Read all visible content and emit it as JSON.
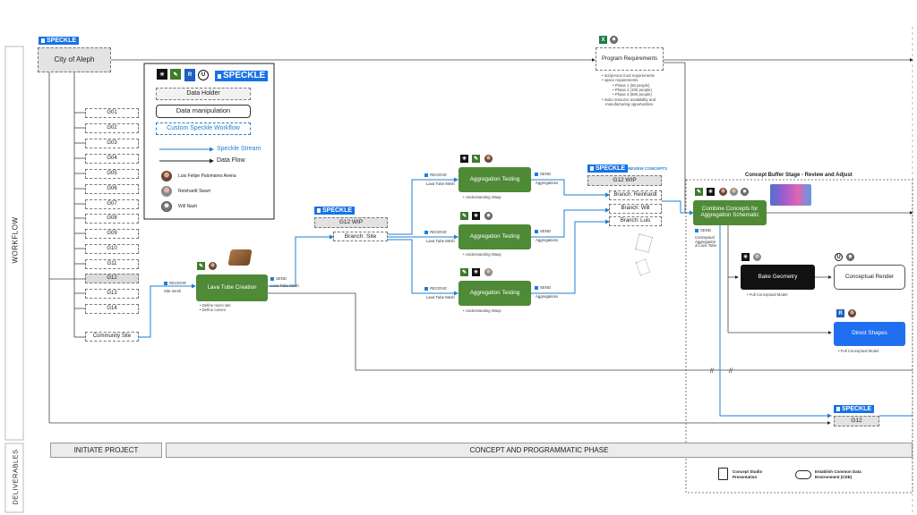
{
  "lanes": {
    "workflow": "WORKFLOW",
    "deliverables": "DELIVERABLES"
  },
  "badge": "SPECKLE",
  "city_node": "City of Aleph",
  "program_node": "Program Requirements",
  "program_notes": [
    "m2/person food requirements",
    "space requirements",
    "Phase 1 (50 people)",
    "Phase 2 (100 people)",
    "Phase 3 (800 people)",
    "insitu resource availability and",
    "manufacturing opportunities"
  ],
  "grid_nodes": [
    "G01",
    "G02",
    "G03",
    "G04",
    "G05",
    "G06",
    "G07",
    "G08",
    "G09",
    "G10",
    "G11",
    "G12",
    "G13",
    "G14"
  ],
  "community_site": "Community Site",
  "legend": {
    "data_holder": "Data Holder",
    "data_manipulation": "Data manipulation",
    "custom_workflow": "Custom Speckle Workflow",
    "speckle_stream": "Speckle Stream",
    "data_flow": "Data Flow",
    "people": [
      "Luis Felipe Palomares Avena",
      "Reinhardt Swart",
      "Will Nash"
    ]
  },
  "lava": {
    "title": "Lava Tube Creation",
    "receive": "RECEIVE",
    "receive_sub": "Site mesh",
    "send": "SEND",
    "send_sub": "Lava Tube Mesh",
    "notes": [
      "Define micro site",
      "Define curves"
    ]
  },
  "g12wip": {
    "title": "G12 WIP",
    "branch": "Branch: Site"
  },
  "aggregation": [
    {
      "title": "Aggregation Testing",
      "receive": "RECEIVE",
      "receive_sub": "Lava Tube Mesh",
      "send": "SEND",
      "send_sub": "Aggregations",
      "note": "Understanding Wasp"
    },
    {
      "title": "Aggregation Testing",
      "receive": "RECEIVE",
      "receive_sub": "Lava Tube Mesh",
      "send": "SEND",
      "send_sub": "Aggregations",
      "note": "Understanding Wasp"
    },
    {
      "title": "Aggregation Testing",
      "receive": "RECEIVE",
      "receive_sub": "Lava Tube Mesh",
      "send": "SEND",
      "send_sub": "Aggregations",
      "note": "Understanding Wasp"
    }
  ],
  "review": {
    "label": "REVIEW CONCEPTS",
    "title": "G12 WIP",
    "branches": [
      "Branch: Reinhardt",
      "Branch: Will",
      "Branch: Luis"
    ]
  },
  "buffer": {
    "title": "Concept Buffer Stage - Review and Adjust",
    "combine": "Combine Concepts for Aggregation Schematic",
    "send": "SEND",
    "send_sub": "Conceptual Aggregation & Lava Tube",
    "bake": "Bake Geometry",
    "bake_note": "Full Conceptual Model",
    "render": "Conceptual Render",
    "direct": "Direct Shapes",
    "direct_note": "Full Conceptual Model",
    "g12": "G12",
    "deliverables": [
      "Concept Studio Presentation",
      "Establish Common Data Environment (CDE)"
    ]
  },
  "phases": {
    "initiate": "INITIATE PROJECT",
    "concept": "CONCEPT AND PROGRAMMATIC PHASE"
  },
  "colors": {
    "stream": "#1c7fd6",
    "flow": "#222222",
    "node_green": "#4f8a36",
    "node_blue": "#1f6ff0",
    "node_black": "#111111",
    "badge": "#1772e6"
  },
  "icons": [
    "grasshopper-icon",
    "gecko-icon",
    "revit-icon",
    "unreal-icon",
    "excel-icon",
    "avatar-icon"
  ]
}
